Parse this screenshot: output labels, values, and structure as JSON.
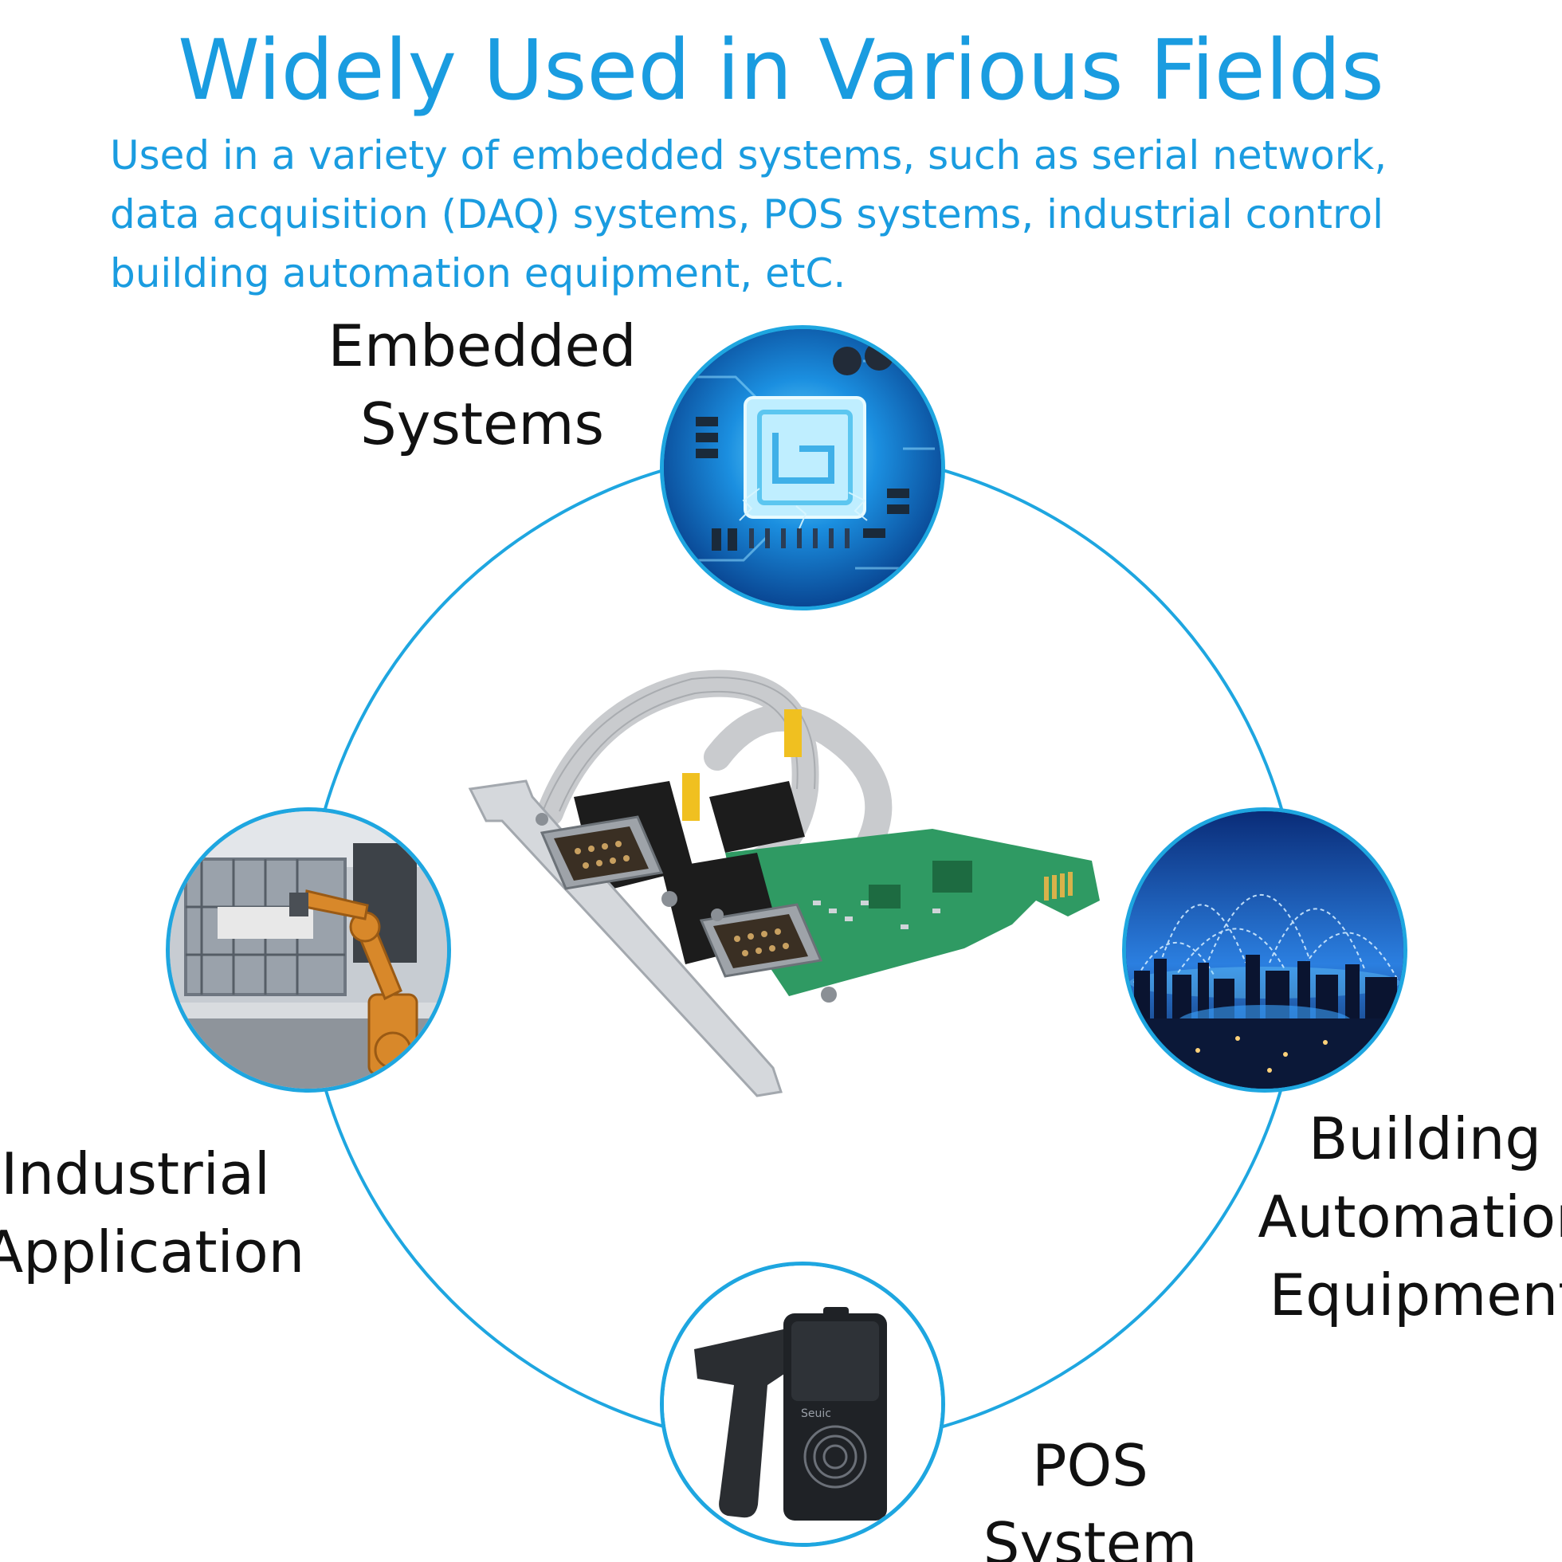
{
  "header": {
    "title": "Widely Used in Various Fields",
    "description": "Used in a variety of embedded systems, such as serial network, data acquisition (DAQ) systems, POS systems, industrial control building automation equipment, etC."
  },
  "colors": {
    "accent": "#1a9ce0",
    "ring": "#1ea6e0",
    "label_text": "#111111"
  },
  "applications": [
    {
      "id": "embedded",
      "label_lines": [
        "Embedded",
        "Systems"
      ],
      "icon": "circuit-chip-icon"
    },
    {
      "id": "industrial",
      "label_lines": [
        "Industrial",
        "Application"
      ],
      "icon": "robot-arm-icon"
    },
    {
      "id": "building",
      "label_lines": [
        "Building",
        "Automation",
        "Equipment"
      ],
      "icon": "smart-city-icon"
    },
    {
      "id": "pos",
      "label_lines": [
        "POS",
        "System"
      ],
      "icon": "handheld-scanner-icon"
    }
  ],
  "product": {
    "icon": "pcie-serial-card-icon",
    "scanner_brand": "Seuic"
  }
}
